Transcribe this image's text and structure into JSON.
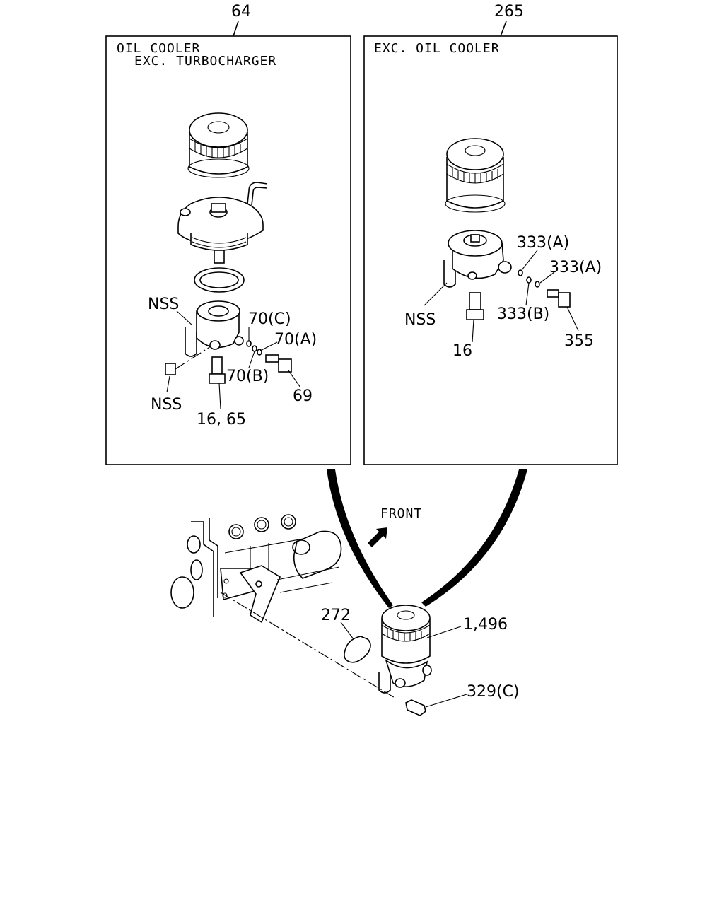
{
  "diagram": {
    "panels": [
      {
        "id": "left",
        "ref_number": "64",
        "heading": [
          "OIL COOLER",
          "EXC. TURBOCHARGER"
        ],
        "labels": {
          "nss_upper": "NSS",
          "nss_lower": "NSS",
          "l70c": "70(C)",
          "l70a": "70(A)",
          "l70b": "70(B)",
          "l69": "69",
          "l1665": "16, 65"
        }
      },
      {
        "id": "right",
        "ref_number": "265",
        "heading": [
          "EXC. OIL COOLER"
        ],
        "labels": {
          "l333a_1": "333(A)",
          "l333a_2": "333(A)",
          "l333b": "333(B)",
          "nss": "NSS",
          "l16": "16",
          "l355": "355"
        }
      }
    ],
    "engine": {
      "front_label": "FRONT",
      "labels": {
        "l272": "272",
        "l1496": "1,496",
        "l329c": "329(C)"
      }
    }
  }
}
